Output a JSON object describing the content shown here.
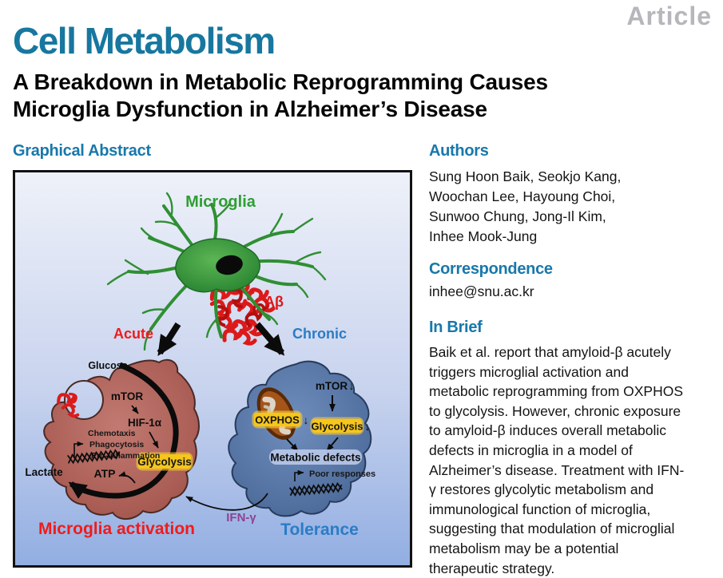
{
  "page": {
    "article_tag": "Article",
    "journal": "Cell Metabolism",
    "title_lines": [
      "A Breakdown in Metabolic Reprogramming Causes",
      "Microglia Dysfunction in Alzheimer’s Disease"
    ]
  },
  "colors": {
    "heading_blue": "#1878ab",
    "journal_blue": "#17779f",
    "article_gray": "#b6b6bc",
    "acute_red": "#ee1c1c",
    "chronic_blue": "#2b7cc5",
    "microglia_green": "#2f9e33",
    "ifn_purple": "#8d4390",
    "highlight_yellow": "#f6c61a"
  },
  "graphical_abstract": {
    "heading": "Graphical Abstract"
  },
  "figure": {
    "microglia": "Microglia",
    "abeta": "Aβ",
    "acute": "Acute",
    "chronic": "Chronic",
    "glucose": "Glucose",
    "mtor": "mTOR",
    "hif1a": "HIF-1α",
    "glycolysis": "Glycolysis",
    "chemotaxis": "Chemotaxis",
    "phagocytosis": "Phagocytosis",
    "pro_inflammation": "Pro-inflammation",
    "atp": "ATP",
    "lactate": "Lactate",
    "activation": "Microglia activation",
    "mtor2": "mTOR",
    "oxphos": "OXPHOS",
    "glycolysis2": "Glycolysis",
    "down_arrow": "↓",
    "metabolic_defects": "Metabolic defects",
    "poor_responses": "Poor responses",
    "tolerance": "Tolerance",
    "ifn_gamma": "IFN-γ"
  },
  "authors": {
    "heading": "Authors",
    "lines": [
      "Sung Hoon Baik, Seokjo Kang,",
      "Woochan Lee, Hayoung Choi,",
      "Sunwoo Chung, Jong-Il Kim,",
      "Inhee Mook-Jung"
    ]
  },
  "correspondence": {
    "heading": "Correspondence",
    "email": "inhee@snu.ac.kr"
  },
  "in_brief": {
    "heading": "In Brief",
    "lines": [
      "Baik et al. report that amyloid-β acutely",
      "triggers microglial activation and",
      "metabolic reprogramming from OXPHOS",
      "to glycolysis. However, chronic exposure",
      "to amyloid-β induces overall metabolic",
      "defects in microglia in a model of",
      "Alzheimer’s disease. Treatment with IFN-",
      "γ restores glycolytic metabolism and",
      "immunological function of microglia,",
      "suggesting that modulation of microglial",
      "metabolism may be a potential",
      "therapeutic strategy."
    ]
  }
}
